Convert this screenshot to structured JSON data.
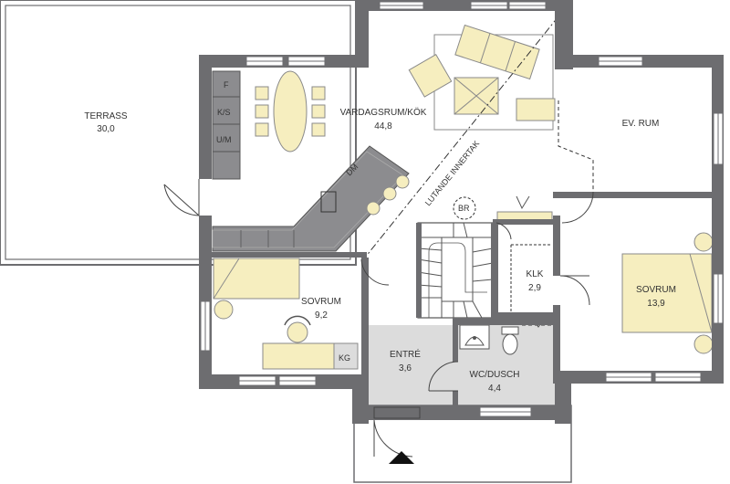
{
  "colors": {
    "wall": "#6d6d70",
    "wall_dark": "#58585b",
    "furniture": "#f6eebf",
    "furniture_stroke": "#8a8a8a",
    "counter": "#8c8c8f",
    "entry_floor": "#dcdcdc",
    "line": "#444444"
  },
  "rooms": {
    "terrace": {
      "name": "TERRASS",
      "area": "30,0"
    },
    "living_kitchen": {
      "name": "VARDAGSRUM/KÖK",
      "area": "44,8"
    },
    "extra_room": {
      "name": "EV. RUM"
    },
    "bedroom_small": {
      "name": "SOVRUM",
      "area": "9,2"
    },
    "closet": {
      "name": "KLK",
      "area": "2,9"
    },
    "bedroom_large": {
      "name": "SOVRUM",
      "area": "13,9"
    },
    "entrance": {
      "name": "ENTRÉ",
      "area": "3,6"
    },
    "wc_shower": {
      "name": "WC/DUSCH",
      "area": "4,4"
    }
  },
  "appliances": {
    "fridge": "F",
    "fridge_freezer": "K/S",
    "dishwasher": "U/M",
    "microwave": "DM",
    "cold_closet": "KG",
    "fireplace": "BR"
  },
  "annotation": {
    "sloping_ceiling": "LUTANDE INNERTAK"
  }
}
